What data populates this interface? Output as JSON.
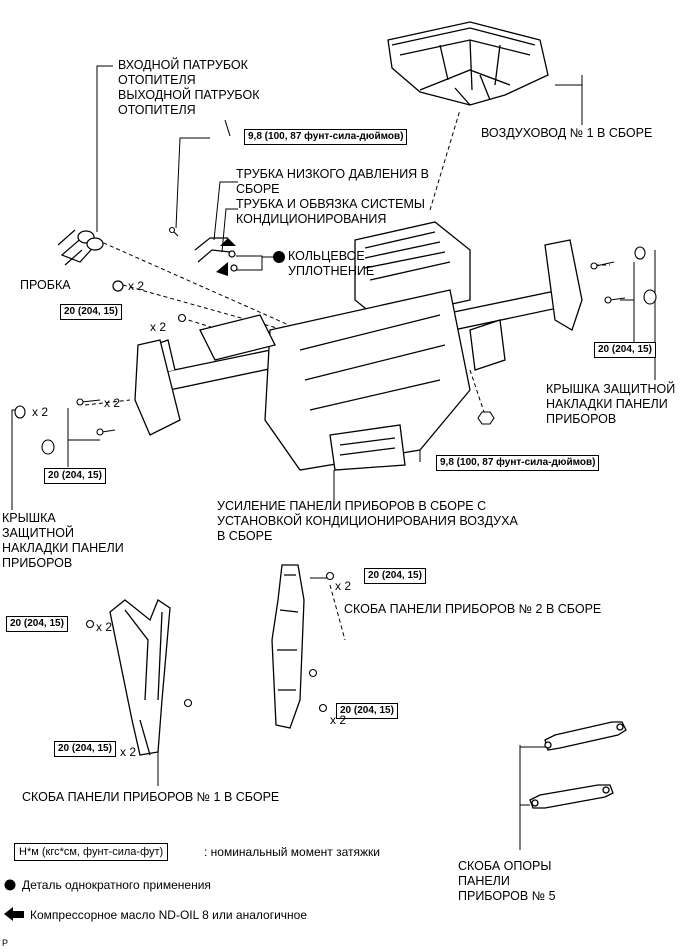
{
  "labels": {
    "inlet_outlet": [
      "ВХОДНОЙ ПАТРУБОК",
      "ОТОПИТЕЛЯ",
      "ВЫХОДНОЙ ПАТРУБОК",
      "ОТОПИТЕЛЯ"
    ],
    "duct_no1": "ВОЗДУХОВОД № 1 В СБОРЕ",
    "low_pressure": [
      "ТРУБКА НИЗКОГО ДАВЛЕНИЯ В",
      "СБОРЕ",
      "ТРУБКА И ОБВЯЗКА СИСТЕМЫ",
      "КОНДИЦИОНИРОВАНИЯ"
    ],
    "o_ring": [
      "КОЛЬЦЕВОЕ",
      "УПЛОТНЕНИЕ"
    ],
    "plug": "ПРОБКА",
    "cover_right": [
      "КРЫШКА ЗАЩИТНОЙ",
      "НАКЛАДКИ ПАНЕЛИ",
      "ПРИБОРОВ"
    ],
    "cover_left": [
      "КРЫШКА",
      "ЗАЩИТНОЙ",
      "НАКЛАДКИ ПАНЕЛИ",
      "ПРИБОРОВ"
    ],
    "reinforcement": [
      "УСИЛЕНИЕ ПАНЕЛИ ПРИБОРОВ В СБОРЕ С",
      "УСТАНОВКОЙ КОНДИЦИОНИРОВАНИЯ ВОЗДУХА",
      "В СБОРЕ"
    ],
    "bracket_no2": "СКОБА ПАНЕЛИ ПРИБОРОВ № 2 В СБОРЕ",
    "bracket_no1": "СКОБА ПАНЕЛИ ПРИБОРОВ № 1 В СБОРЕ",
    "bracket_no5": [
      "СКОБА ОПОРЫ",
      "ПАНЕЛИ",
      "ПРИБОРОВ № 5"
    ]
  },
  "torques": {
    "t98_top": "9,8 (100, 87 фунт-сила-дюймов)",
    "t98_mid": "9,8 (100, 87 фунт-сила-дюймов)",
    "t20_a": "20 (204, 15)",
    "t20_right": "20 (204, 15)",
    "t20_left": "20 (204, 15)",
    "t20_b2_top": "20 (204, 15)",
    "t20_b1_top": "20 (204, 15)",
    "t20_b2_bot": "20 (204, 15)",
    "t20_b1_bot": "20 (204, 15)"
  },
  "quantities": {
    "plug_x2": "x 2",
    "t20a_x2": "x 2",
    "cover_x2": "x 2",
    "bolt_x2": "x 2",
    "b2_top_x2": "x 2",
    "b1_top_x2": "x 2",
    "b2_bot_x2": "x 2",
    "b1_bot_x2": "x 2"
  },
  "legend": {
    "torque_box": "Н*м (кгс*см, фунт-сила-фут)",
    "torque_text": ": номинальный момент затяжки",
    "non_reusable": "Деталь однократного применения",
    "oil": "Компрессорное масло ND-OIL 8 или аналогичное"
  },
  "corner_mark": "P"
}
